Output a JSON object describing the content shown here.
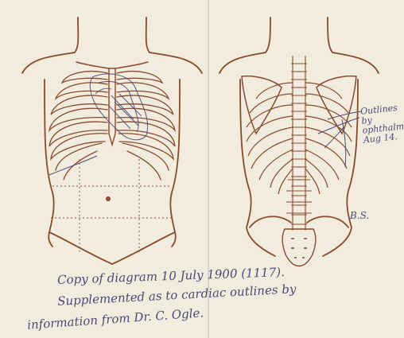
{
  "handwriting": {
    "caption_line1": "Copy of diagram 10 July 1900 (1117).",
    "caption_line2": "Supplemented as to cardiac outlines by",
    "caption_line3": "information from Dr. C. Ogle.",
    "back_note": "Outlines by ophthalm Aug 14.",
    "back_mark": "B.S."
  },
  "colors": {
    "paper": "#f1ecdd",
    "ink_brown": "#8a4a2c",
    "pencil": "#4a4a78"
  }
}
